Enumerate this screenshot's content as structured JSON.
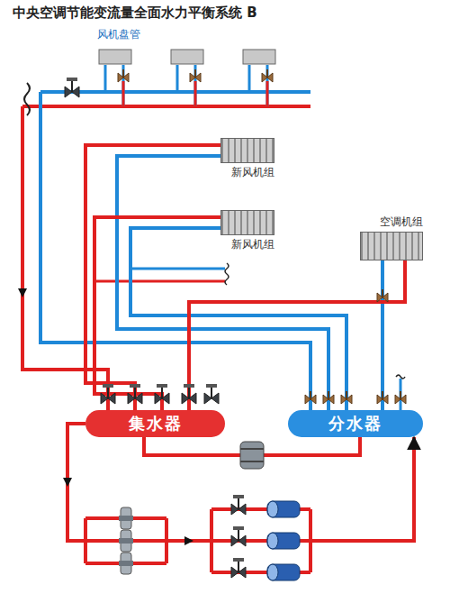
{
  "diagram": {
    "title": "中央空调节能变流量全面水力平衡系统 B",
    "nodes": [
      {
        "text": [
          "新风机组"
        ]
      },
      {
        "text": [
          "新风机组"
        ]
      },
      {
        "text": [
          "空调机组"
        ]
      },
      {
        "text": [
          "集水器"
        ]
      },
      {
        "text": [
          "分水器"
        ]
      }
    ],
    "edges": [
      {
        "from": 4,
        "to": 0,
        "arrow": "none"
      },
      {
        "from": 0,
        "to": 3,
        "arrow": "none"
      },
      {
        "from": 4,
        "to": 1,
        "arrow": "none"
      },
      {
        "from": 1,
        "to": 3,
        "arrow": "none"
      },
      {
        "from": 4,
        "to": 2,
        "arrow": "none"
      },
      {
        "from": 2,
        "to": 3,
        "arrow": "none"
      },
      {
        "from": 3,
        "to": 4,
        "arrow": "to"
      },
      {
        "from": 3,
        "to": 4,
        "arrow": "none"
      }
    ],
    "labels": [
      "风机盘管"
    ]
  }
}
